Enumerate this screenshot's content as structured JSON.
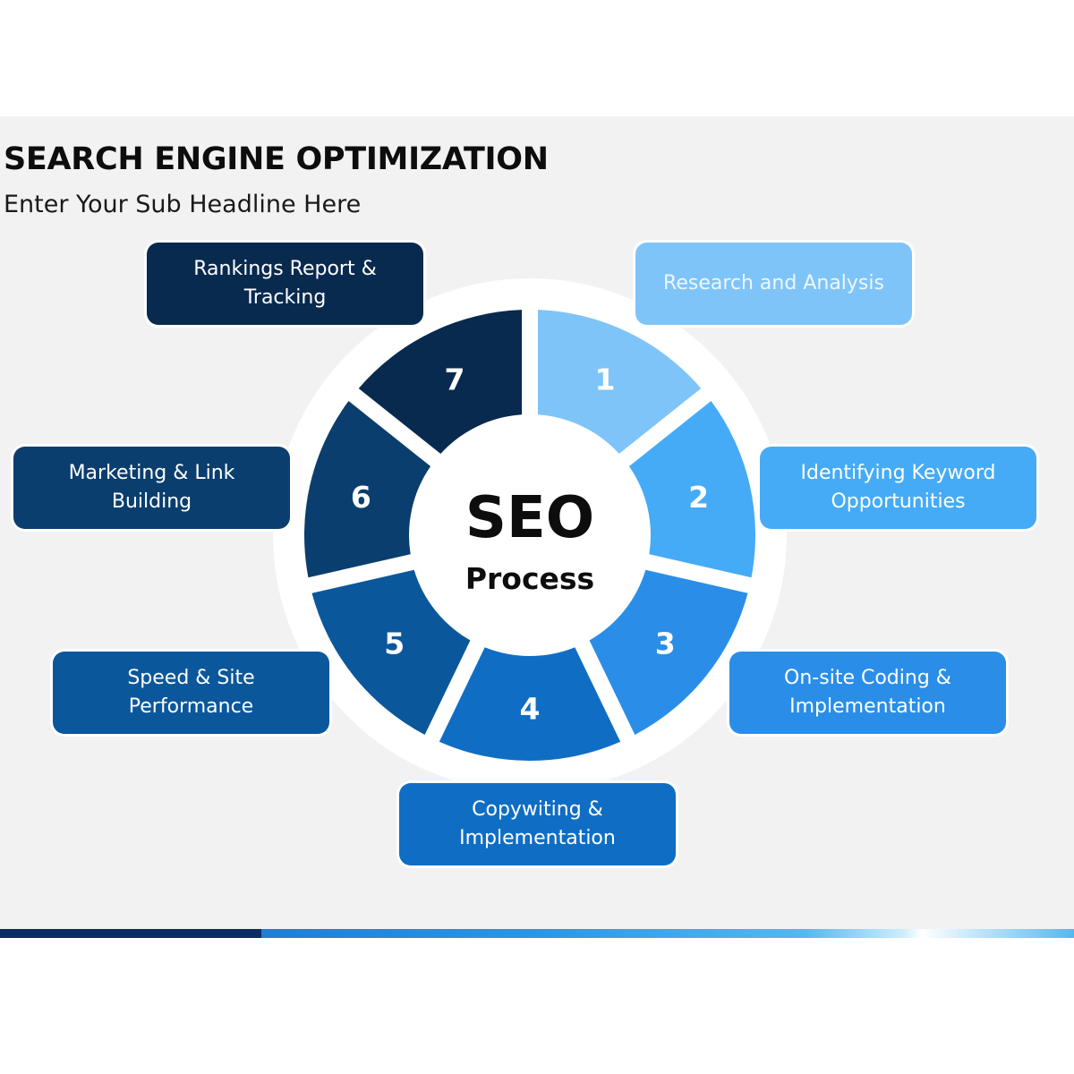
{
  "header": {
    "title": "SEARCH ENGINE OPTIMIZATION",
    "subtitle": "Enter Your Sub Headline Here"
  },
  "center": {
    "line1": "SEO",
    "line2": "Process"
  },
  "steps": [
    {
      "number": "1",
      "label": "Research and Analysis",
      "color": "#7fc4f8",
      "text_color": "#eef7fe"
    },
    {
      "number": "2",
      "label": "Identifying Keyword\nOpportunities",
      "color": "#45abf6",
      "text_color": "#ffffff"
    },
    {
      "number": "3",
      "label": "On-site Coding &\nImplementation",
      "color": "#2a8ee8",
      "text_color": "#ffffff"
    },
    {
      "number": "4",
      "label": "Copywiting &\nImplementation",
      "color": "#0f6ec4",
      "text_color": "#ffffff"
    },
    {
      "number": "5",
      "label": "Speed & Site\nPerformance",
      "color": "#0b579c",
      "text_color": "#ffffff"
    },
    {
      "number": "6",
      "label": "Marketing & Link\nBuilding",
      "color": "#0a3e6e",
      "text_color": "#ffffff"
    },
    {
      "number": "7",
      "label": "Rankings Report &\nTracking",
      "color": "#092a4f",
      "text_color": "#ffffff"
    }
  ]
}
